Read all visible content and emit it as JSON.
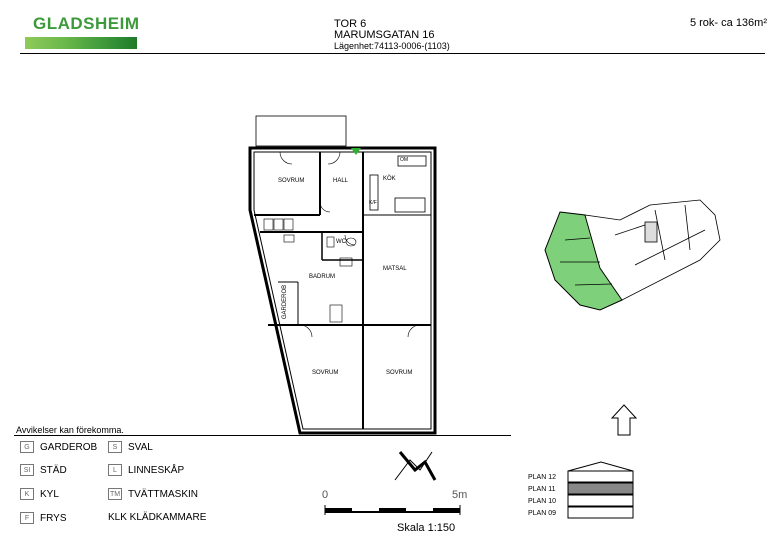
{
  "header": {
    "brand": "GLADSHEIM",
    "building": "TOR 6",
    "address": "MARUMSGATAN 16",
    "apartment": "Lägenhet:74113-0006-(1103)",
    "size": "5 rok- ca 136m²"
  },
  "rooms": {
    "sovrum_top": "SOVRUM",
    "hall": "HALL",
    "kok": "KÖK",
    "wc": "WC",
    "badrum": "BADRUM",
    "matsal": "MATSAL",
    "garderob": "GARDEROB",
    "sovrum_bottom_left": "SOVRUM",
    "sovrum_bottom_right": "SOVRUM",
    "om": "OM",
    "kf": "K/F"
  },
  "legend": {
    "note": "Avvikelser kan förekomma.",
    "items": [
      {
        "code": "G",
        "label": "GARDEROB"
      },
      {
        "code": "S",
        "label": "SVAL"
      },
      {
        "code": "SI",
        "label": "STÄD"
      },
      {
        "code": "L",
        "label": "LINNESKÅP"
      },
      {
        "code": "K",
        "label": "KYL"
      },
      {
        "code": "TM",
        "label": "TVÄTTMASKIN"
      },
      {
        "code": "F",
        "label": "FRYS"
      },
      {
        "code": "",
        "label": "KLK KLÄDKAMMARE"
      }
    ]
  },
  "scale": {
    "start": "0",
    "end": "5m",
    "label": "Skala 1:150"
  },
  "floors": [
    "PLAN 12",
    "PLAN 11",
    "PLAN 10",
    "PLAN 09"
  ],
  "colors": {
    "brand_green": "#3c9a3a",
    "highlight_green": "#7ed07a"
  }
}
